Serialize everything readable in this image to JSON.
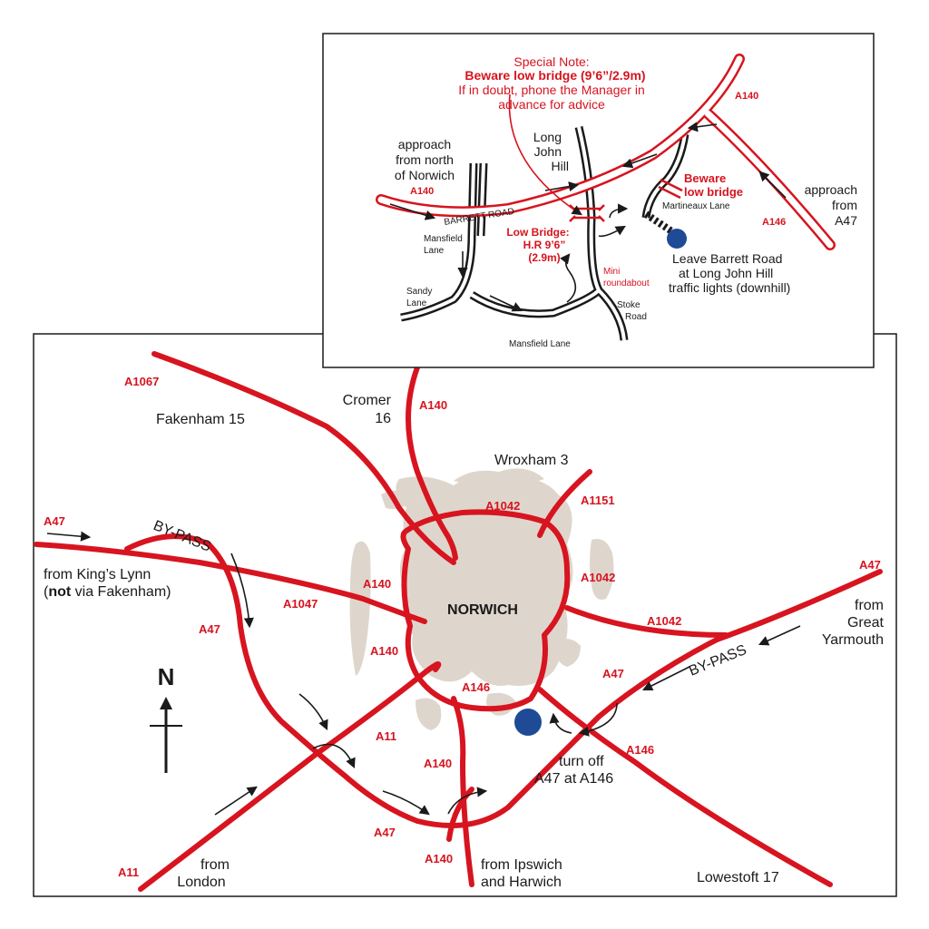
{
  "colors": {
    "road": "#d7141f",
    "town": "#ded6cc",
    "marker": "#1e4a96",
    "ink": "#1a1a1a"
  },
  "main_map": {
    "city": "NORWICH",
    "places": {
      "cromer_name": "Cromer",
      "cromer_dist": "16",
      "fakenham": "Fakenham 15",
      "wroxham": "Wroxham 3",
      "kings_lynn_1": "from King’s Lynn",
      "kings_lynn_2a": "not",
      "kings_lynn_2b": " via Fakenham)",
      "kings_lynn_2open": "(",
      "yarmouth_1": "from",
      "yarmouth_2": "Great",
      "yarmouth_3": "Yarmouth",
      "london_1": "from",
      "london_2": "London",
      "ipswich_1": "from Ipswich",
      "ipswich_2": "and Harwich",
      "lowestoft": "Lowestoft 17",
      "turnoff_1": "turn off",
      "turnoff_2": "A47 at A146"
    },
    "bypass_labels": [
      "BY-PASS",
      "BY-PASS"
    ],
    "north": "N",
    "roads": {
      "a1067": "A1067",
      "a140_n": "A140",
      "a47_w": "A47",
      "a1047": "A1047",
      "a47_sw": "A47",
      "a140_w": "A140",
      "a140_sw": "A140",
      "a1042_n": "A1042",
      "a1151": "A1151",
      "a1042_e": "A1042",
      "a1042_se": "A1042",
      "a47_e": "A47",
      "a47_se": "A47",
      "a146_c": "A146",
      "a146_se": "A146",
      "a11_c": "A11",
      "a140_s": "A140",
      "a47_s": "A47",
      "a140_ss": "A140",
      "a11_sw": "A11"
    }
  },
  "inset_map": {
    "special_note": {
      "line1": "Special Note:",
      "line2": "Beware low bridge (9’6”/2.9m)",
      "line3": "If in doubt, phone the Manager in",
      "line4": "advance for advice"
    },
    "approach_north": [
      "approach",
      "from north",
      "of Norwich"
    ],
    "approach_a47": [
      "approach",
      "from",
      "A47"
    ],
    "long_john_hill": [
      "Long",
      "John",
      "Hill"
    ],
    "barrett_road": "BARRETT ROAD",
    "mansfield_lane_vertical": [
      "Mansfield",
      "Lane"
    ],
    "mansfield_lane_bottom": "Mansfield Lane",
    "sandy_lane": [
      "Sandy",
      "Lane"
    ],
    "stoke_road": [
      "Stoke",
      "Road"
    ],
    "martineaux_lane": "Martineaux Lane",
    "mini_roundabout": [
      "Mini",
      "roundabout"
    ],
    "low_bridge": [
      "Low Bridge:",
      "H.R 9’6”",
      "(2.9m)"
    ],
    "beware_bridge": [
      "Beware",
      "low bridge"
    ],
    "leave_note": [
      "Leave Barrett Road",
      "at Long John Hill",
      "traffic lights (downhill)"
    ],
    "roads": {
      "a140_w": "A140",
      "a140_ne": "A140",
      "a146": "A146"
    }
  }
}
